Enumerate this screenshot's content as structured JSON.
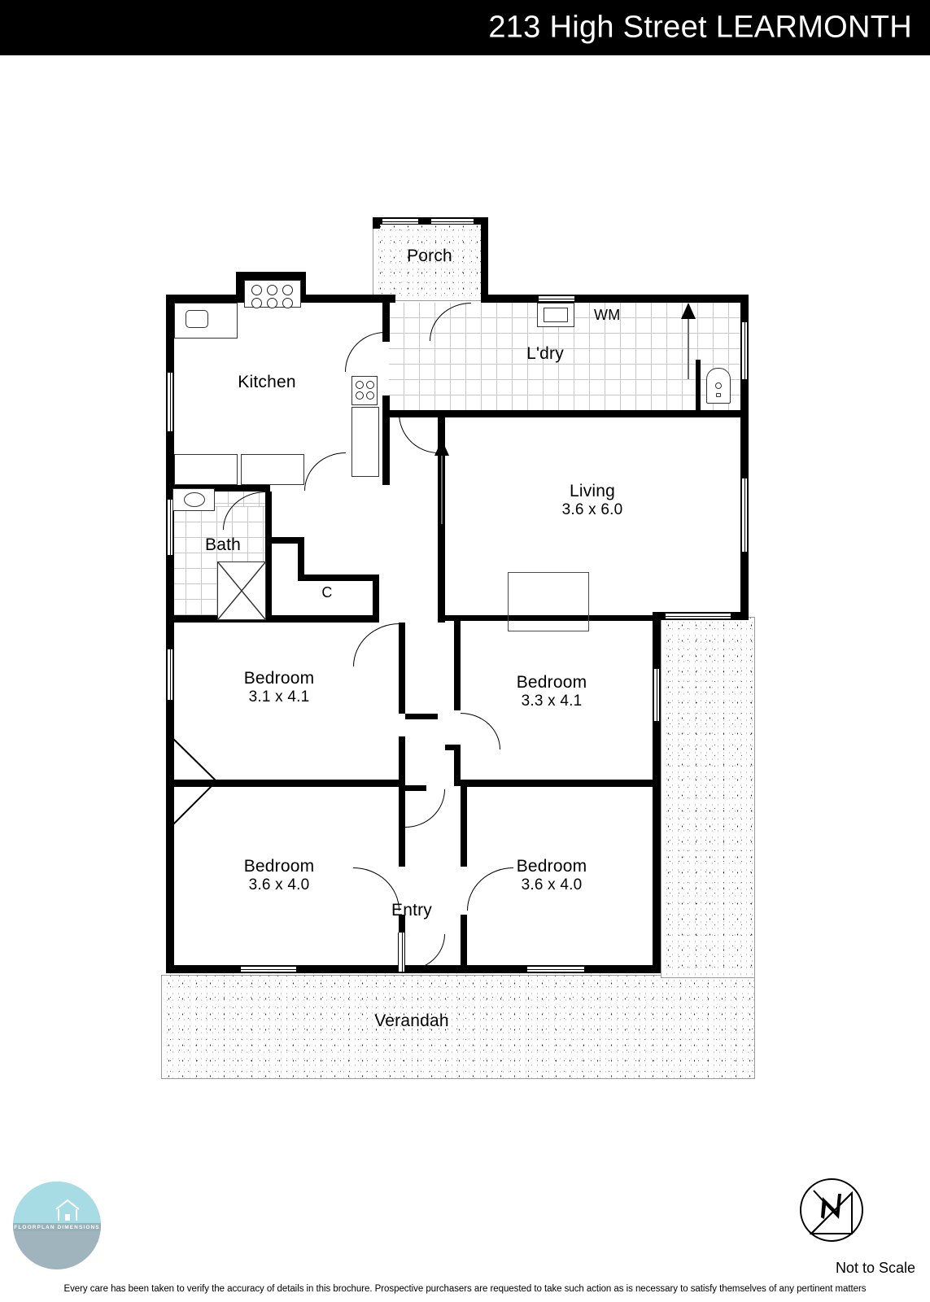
{
  "header": {
    "title": "213 High Street LEARMONTH"
  },
  "plan": {
    "rooms": [
      {
        "key": "porch",
        "name": "Porch",
        "dim": ""
      },
      {
        "key": "kitchen",
        "name": "Kitchen",
        "dim": ""
      },
      {
        "key": "laundry",
        "name": "L'dry",
        "dim": ""
      },
      {
        "key": "living",
        "name": "Living",
        "dim": "3.6 x 6.0"
      },
      {
        "key": "bath",
        "name": "Bath",
        "dim": ""
      },
      {
        "key": "bed1",
        "name": "Bedroom",
        "dim": "3.1 x 4.1"
      },
      {
        "key": "bed2",
        "name": "Bedroom",
        "dim": "3.3 x 4.1"
      },
      {
        "key": "bed3",
        "name": "Bedroom",
        "dim": "3.6 x 4.0"
      },
      {
        "key": "bed4",
        "name": "Bedroom",
        "dim": "3.6 x 4.0"
      },
      {
        "key": "entry",
        "name": "Entry",
        "dim": ""
      },
      {
        "key": "verandah",
        "name": "Verandah",
        "dim": ""
      }
    ],
    "annotations": {
      "washing_machine": "WM",
      "cupboard": "C"
    }
  },
  "footer": {
    "logo_text": "FLOORPLAN DIMENSIONS",
    "scale_note": "Not to Scale",
    "disclaimer": "Every care has been taken to verify the accuracy of details in this brochure. Prospective purchasers are requested to take such action as is necessary to satisfy themselves of any pertinent matters"
  },
  "colors": {
    "header_bg": "#000000",
    "header_text": "#ffffff",
    "wall": "#000000",
    "logo_top": "#a8dce5",
    "logo_bottom": "#9fb4bc"
  }
}
